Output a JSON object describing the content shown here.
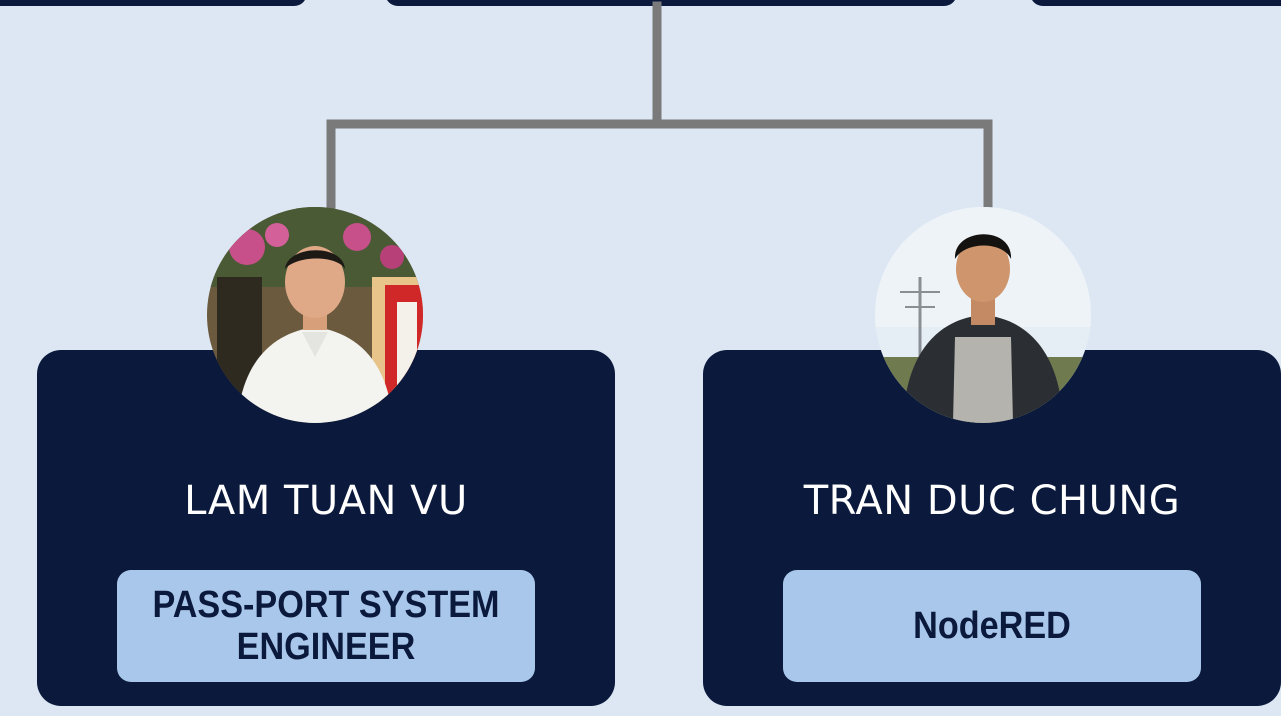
{
  "org_chart": {
    "members": [
      {
        "name": "LAM TUAN VU",
        "role": "PASS-PORT SYSTEM ENGINEER",
        "photo": "portrait-photo"
      },
      {
        "name": "TRAN DUC CHUNG",
        "role": "NodeRED",
        "photo": "portrait-photo"
      }
    ]
  },
  "colors": {
    "background": "#dce7f3",
    "card": "#0b1a3c",
    "role_pill": "#a9c7ea",
    "connector": "#7a7a7a"
  }
}
